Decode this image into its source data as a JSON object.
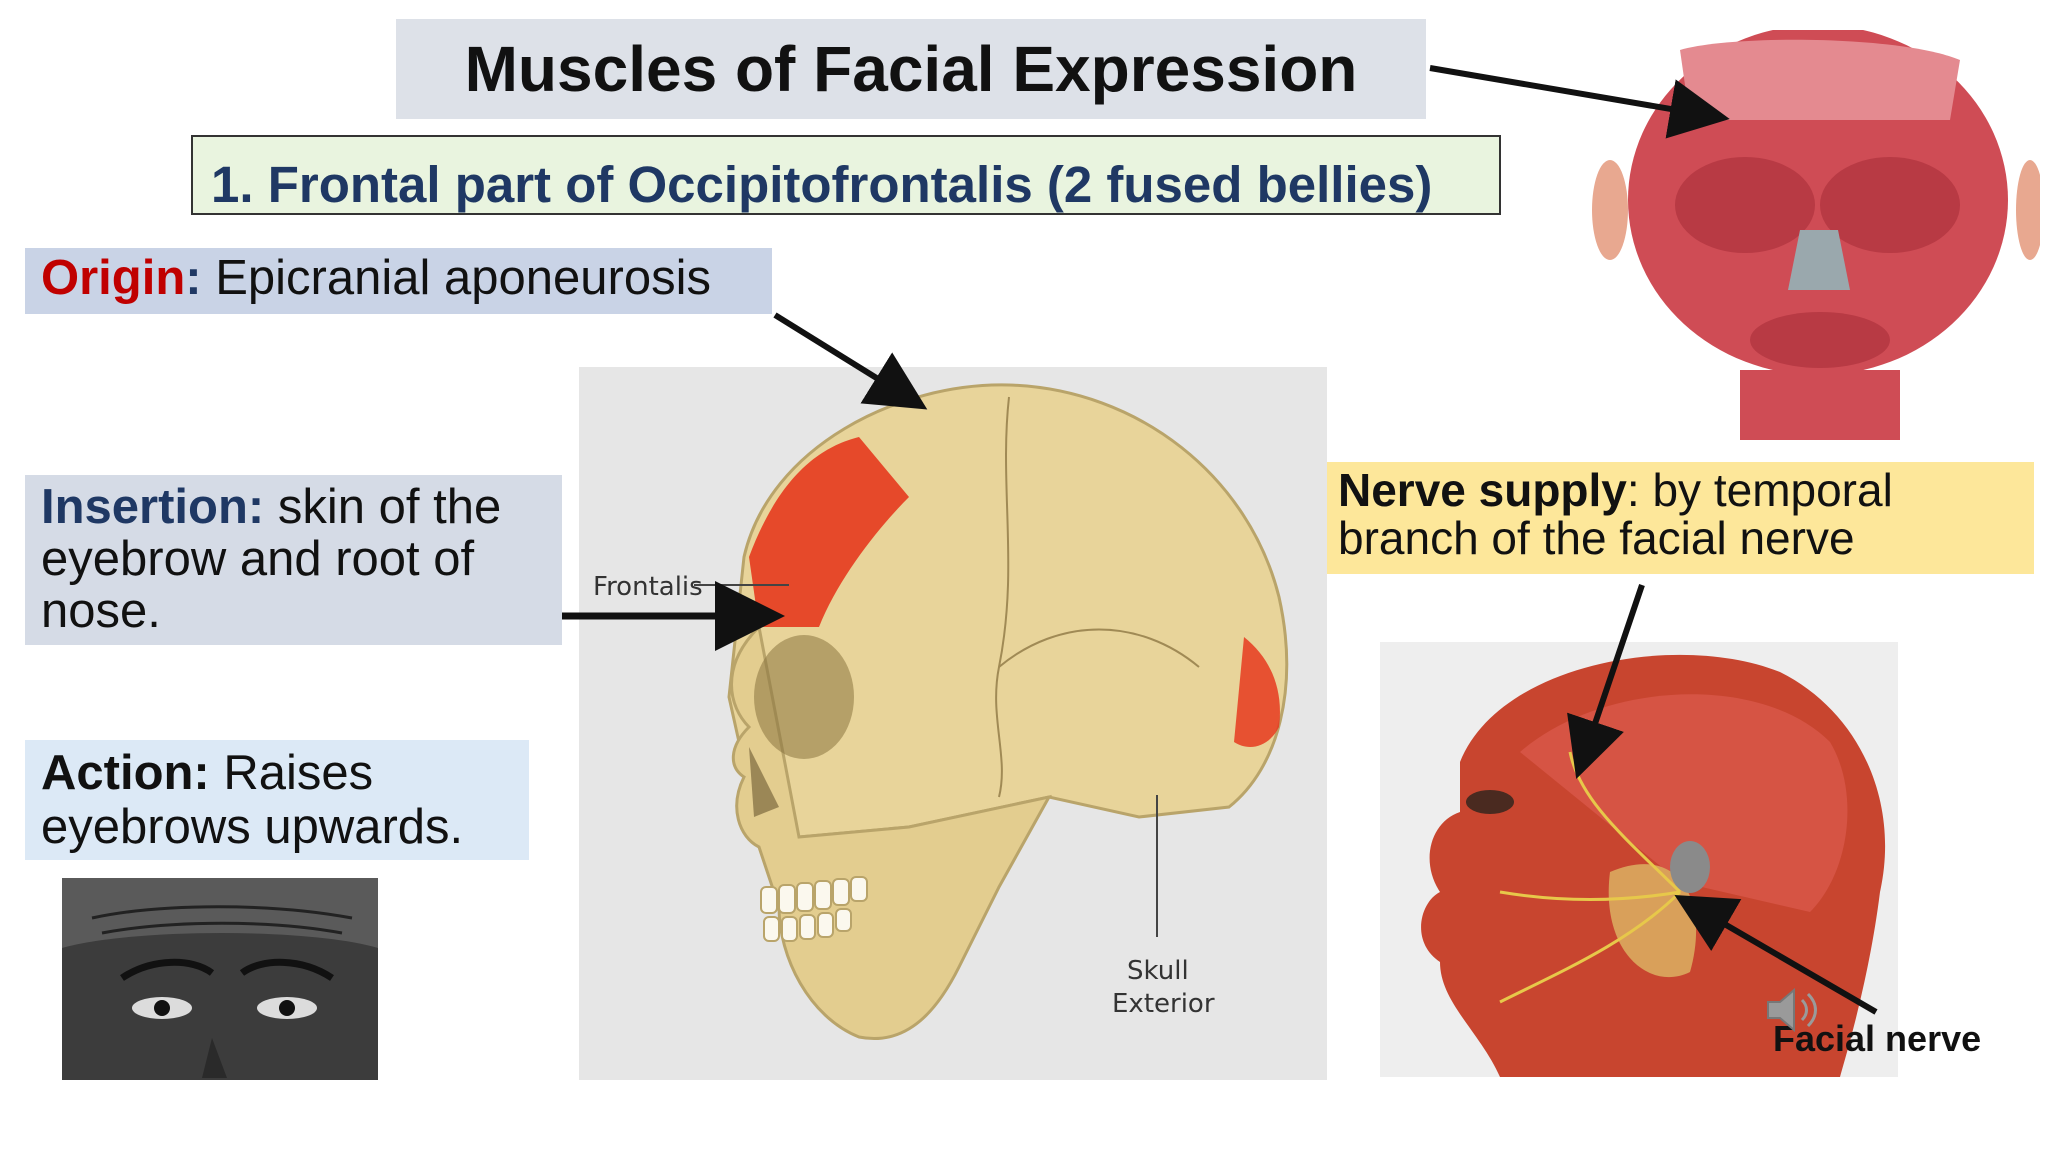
{
  "slide": {
    "title": "Muscles of Facial Expression",
    "subtitle": "1. Frontal part of Occipitofrontalis (2 fused bellies)",
    "origin": {
      "label": "Origin",
      "sep": ":",
      "text": " Epicranial aponeurosis"
    },
    "insertion": {
      "label": "Insertion:",
      "text": " skin of the eyebrow and root of nose."
    },
    "action": {
      "label": "Action:",
      "text": " Raises eyebrows upwards."
    },
    "nerve_supply": {
      "label": "Nerve supply",
      "text": ": by temporal branch of the facial nerve"
    },
    "skull_labels": {
      "frontalis": "Frontalis",
      "skull_line1": "Skull",
      "skull_line2": "Exterior"
    },
    "facial_nerve_label": "Facial  nerve"
  },
  "colors": {
    "title_bg": "#dde1e8",
    "subtitle_bg": "#e9f4df",
    "subtitle_text": "#1f3864",
    "origin_bg": "#c9d3e6",
    "origin_label": "#c00000",
    "insertion_bg": "#d5dbe6",
    "action_bg": "#dce9f6",
    "nerve_bg": "#fde79a"
  },
  "icons": [
    "speaker-icon"
  ]
}
